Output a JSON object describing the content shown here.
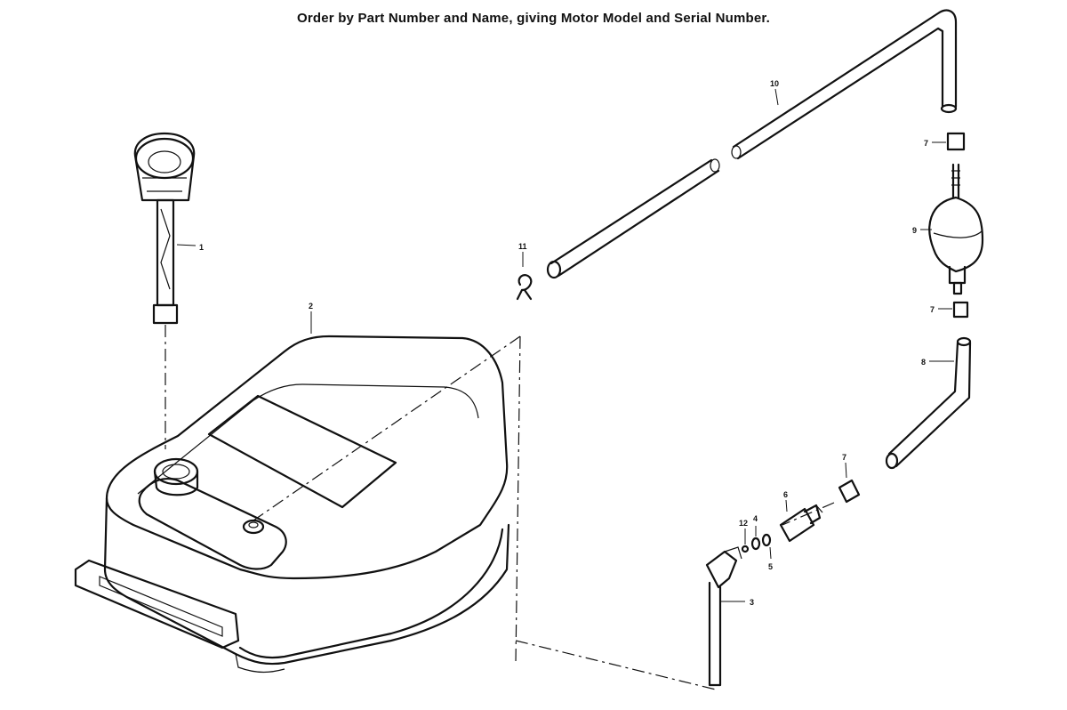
{
  "header": {
    "instruction": "Order by Part Number and Name, giving Motor Model and Serial Number."
  },
  "callouts": {
    "c1": "1",
    "c2": "2",
    "c3": "3",
    "c4": "4",
    "c5": "5",
    "c6": "6",
    "c7a": "7",
    "c7b": "7",
    "c7c": "7",
    "c8": "8",
    "c9": "9",
    "c10": "10",
    "c11": "11",
    "c12": "12"
  }
}
